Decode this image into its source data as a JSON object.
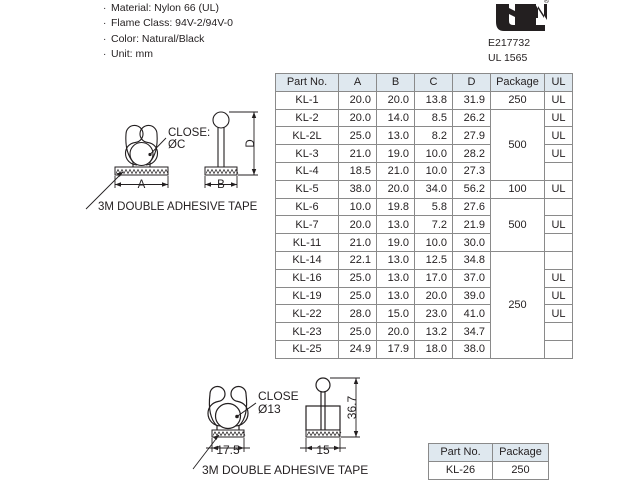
{
  "specs": {
    "bullet": "·",
    "items": [
      "Material: Nylon 66 (UL)",
      "Flame Class: 94V-2/94V-0",
      "Color: Natural/Black",
      "Unit: mm"
    ]
  },
  "ul_mark": {
    "icon": "ul-listed-mark-icon",
    "registered": "®",
    "file_number": "E217732",
    "standard": "UL 1565"
  },
  "main_table": {
    "headers": [
      "Part No.",
      "A",
      "B",
      "C",
      "D",
      "Package",
      "UL"
    ],
    "rows": [
      {
        "part": "KL-1",
        "a": "20.0",
        "b": "20.0",
        "c": "13.8",
        "d": "31.9",
        "ul": "UL"
      },
      {
        "part": "KL-2",
        "a": "20.0",
        "b": "14.0",
        "c": "8.5",
        "d": "26.2",
        "ul": "UL"
      },
      {
        "part": "KL-2L",
        "a": "25.0",
        "b": "13.0",
        "c": "8.2",
        "d": "27.9",
        "ul": "UL"
      },
      {
        "part": "KL-3",
        "a": "21.0",
        "b": "19.0",
        "c": "10.0",
        "d": "28.2",
        "ul": "UL"
      },
      {
        "part": "KL-4",
        "a": "18.5",
        "b": "21.0",
        "c": "10.0",
        "d": "27.3",
        "ul": ""
      },
      {
        "part": "KL-5",
        "a": "38.0",
        "b": "20.0",
        "c": "34.0",
        "d": "56.2",
        "ul": "UL"
      },
      {
        "part": "KL-6",
        "a": "10.0",
        "b": "19.8",
        "c": "5.8",
        "d": "27.6",
        "ul": ""
      },
      {
        "part": "KL-7",
        "a": "20.0",
        "b": "13.0",
        "c": "7.2",
        "d": "21.9",
        "ul": "UL"
      },
      {
        "part": "KL-11",
        "a": "21.0",
        "b": "19.0",
        "c": "10.0",
        "d": "30.0",
        "ul": ""
      },
      {
        "part": "KL-14",
        "a": "22.1",
        "b": "13.0",
        "c": "12.5",
        "d": "34.8",
        "ul": ""
      },
      {
        "part": "KL-16",
        "a": "25.0",
        "b": "13.0",
        "c": "17.0",
        "d": "37.0",
        "ul": "UL"
      },
      {
        "part": "KL-19",
        "a": "25.0",
        "b": "13.0",
        "c": "20.0",
        "d": "39.0",
        "ul": "UL"
      },
      {
        "part": "KL-22",
        "a": "28.0",
        "b": "15.0",
        "c": "23.0",
        "d": "41.0",
        "ul": "UL"
      },
      {
        "part": "KL-23",
        "a": "25.0",
        "b": "20.0",
        "c": "13.2",
        "d": "34.7",
        "ul": ""
      },
      {
        "part": "KL-25",
        "a": "24.9",
        "b": "17.9",
        "c": "18.0",
        "d": "38.0",
        "ul": ""
      }
    ],
    "package_groups": [
      {
        "value": "250",
        "span": 1
      },
      {
        "value": "500",
        "span": 4
      },
      {
        "value": "100",
        "span": 1
      },
      {
        "value": "500",
        "span": 3
      },
      {
        "value": "250",
        "span": 6
      }
    ]
  },
  "kl26_table": {
    "headers": [
      "Part No.",
      "Package"
    ],
    "rows": [
      {
        "part": "KL-26",
        "package": "250"
      }
    ]
  },
  "drawing_top": {
    "close_label_line1": "CLOSE:",
    "close_label_line2": "ØC",
    "dim_a": "A",
    "dim_b": "B",
    "dim_d": "D",
    "tape_note": "3M  DOUBLE  ADHESIVE  TAPE"
  },
  "drawing_bottom": {
    "close_label_line1": "CLOSE",
    "close_label_line2": "Ø13",
    "dim_a": "17.5",
    "dim_b": "15",
    "dim_d": "36.7",
    "tape_note": "3M  DOUBLE  ADHESIVE  TAPE"
  },
  "colors": {
    "header_fill": "#dfe8ef",
    "ul_text": "#6fb7d8",
    "line": "#8a8a8a",
    "ink": "#231f20"
  }
}
